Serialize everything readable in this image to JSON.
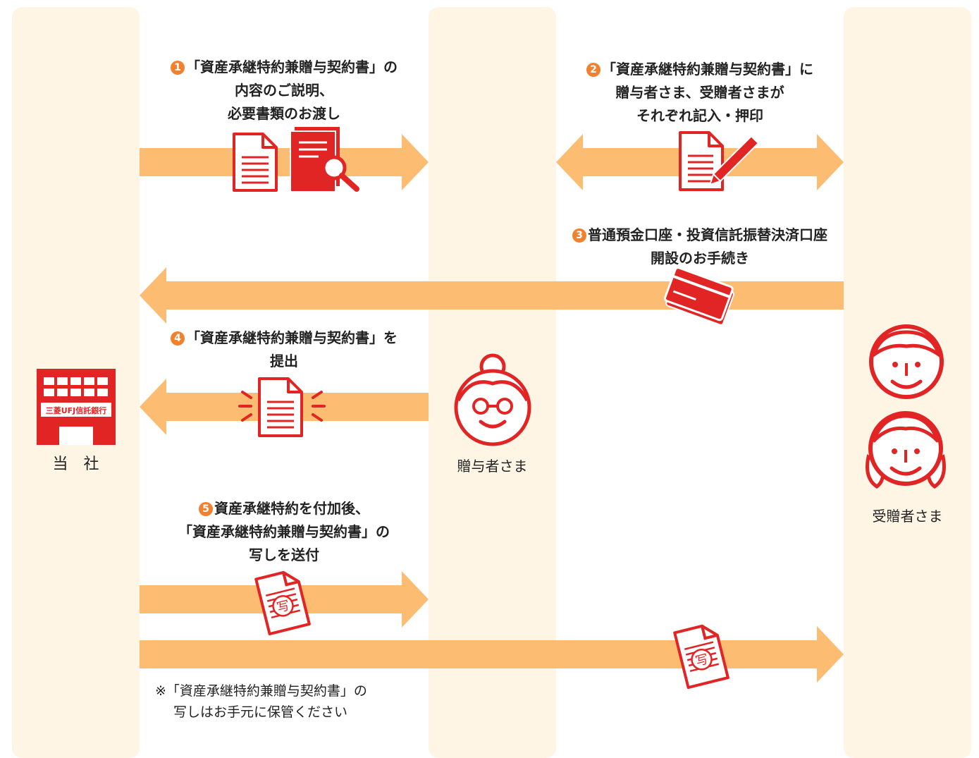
{
  "colors": {
    "lane": "#fef5e5",
    "arrow": "#fcbd73",
    "red": "#e12424",
    "badge": "#f0812e"
  },
  "parties": {
    "company_label": "当　社",
    "company_logo_text": "三菱UFJ信託銀行",
    "donor_label": "贈与者さま",
    "recipient_label": "受贈者さま"
  },
  "steps": [
    {
      "num": "1",
      "lines": [
        "「資産承継特約兼贈与契約書」の",
        "内容のご説明、",
        "必要書類のお渡し"
      ]
    },
    {
      "num": "2",
      "lines": [
        "「資産承継特約兼贈与契約書」に",
        "贈与者さま、受贈者さまが",
        "それぞれ記入・押印"
      ]
    },
    {
      "num": "3",
      "lines": [
        "普通預金口座・投資信託振替決済口座",
        "開設のお手続き"
      ]
    },
    {
      "num": "4",
      "lines": [
        "「資産承継特約兼贈与契約書」を",
        "提出"
      ]
    },
    {
      "num": "5",
      "lines": [
        "資産承継特約を付加後、",
        "「資産承継特約兼贈与契約書」の",
        "写しを送付"
      ]
    }
  ],
  "copy_stamp": "写",
  "note_lines": [
    "※「資産承継特約兼贈与契約書」の",
    "写しはお手元に保管ください"
  ]
}
